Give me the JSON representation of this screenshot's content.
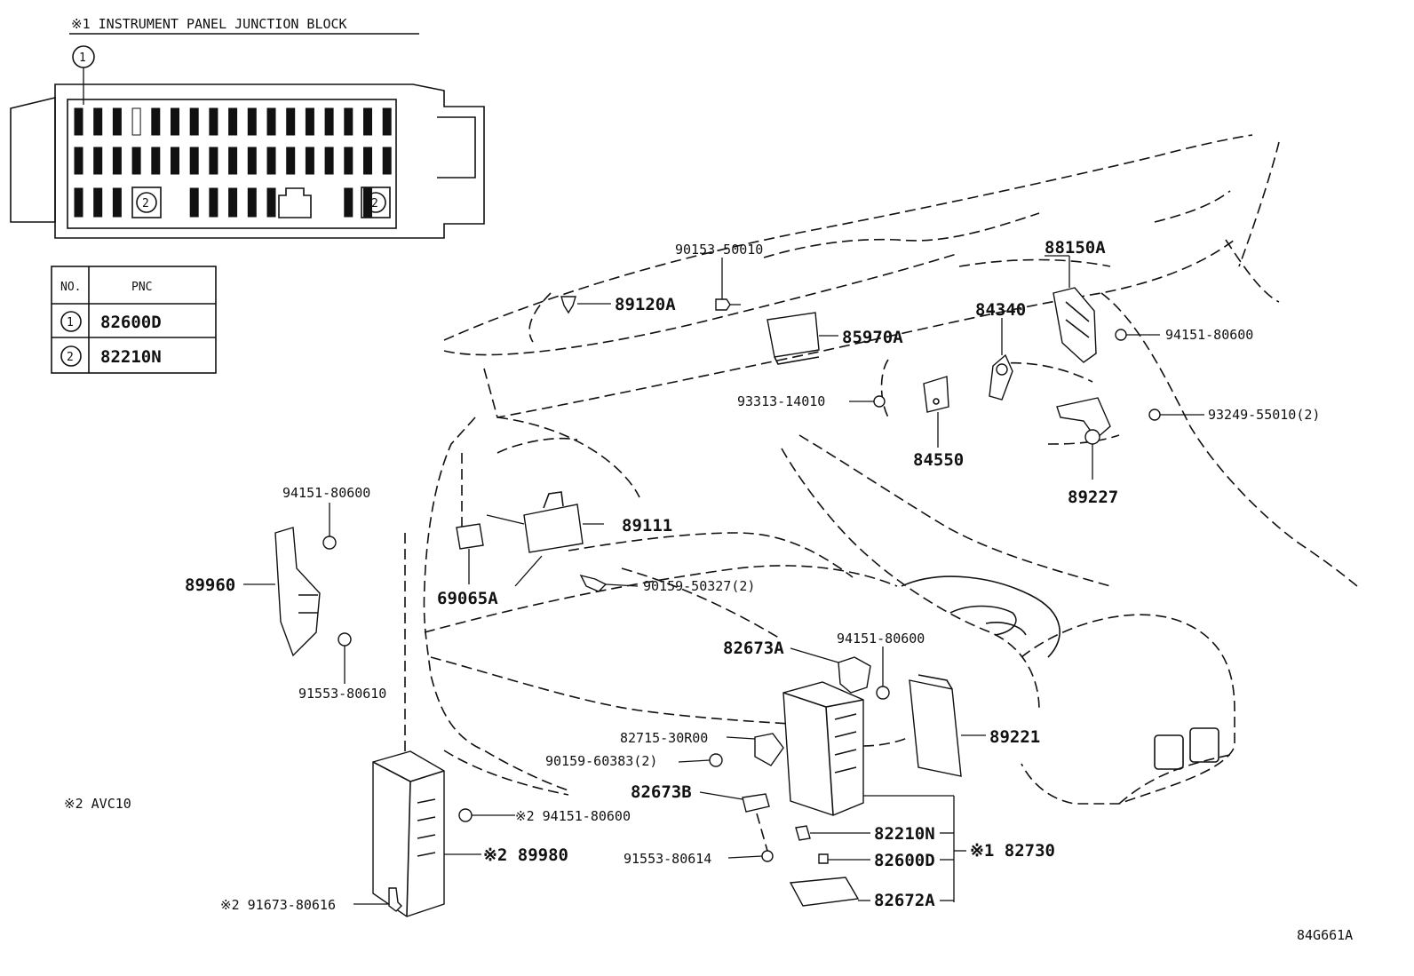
{
  "title": "※1 INSTRUMENT PANEL JUNCTION BLOCK",
  "footnote": "※2  AVC10",
  "figure_id": "84G661A",
  "table": {
    "headers": [
      "NO.",
      "PNC"
    ],
    "rows": [
      {
        "no": "1",
        "pnc": "82600D"
      },
      {
        "no": "2",
        "pnc": "82210N"
      }
    ]
  },
  "junction_block": {
    "callout_1": "1",
    "callout_2a": "2",
    "callout_2b": "2"
  },
  "labels": {
    "p89120A": "89120A",
    "p90153": "90153-50010",
    "p85970A": "85970A",
    "p88150A": "88150A",
    "p84340": "84340",
    "p94151_top": "94151-80600",
    "p93313": "93313-14010",
    "p84550": "84550",
    "p93249": "93249-55010(2)",
    "p89227": "89227",
    "p94151_left": "94151-80600",
    "p89111": "89111",
    "p89960": "89960",
    "p69065A": "69065A",
    "p90159_503": "90159-50327(2)",
    "p91553_610": "91553-80610",
    "p82673A": "82673A",
    "p94151_mid": "94151-80600",
    "p82715": "82715-30R00",
    "p90159_603": "90159-60383(2)",
    "p89221": "89221",
    "p82673B": "82673B",
    "p94151_bot": "※2 94151-80600",
    "p89980": "※2 89980",
    "p82210N": "82210N",
    "p82730": "※1 82730",
    "p91553_614": "91553-80614",
    "p82600D": "82600D",
    "p82672A": "82672A",
    "p91673": "※2 91673-80616"
  }
}
